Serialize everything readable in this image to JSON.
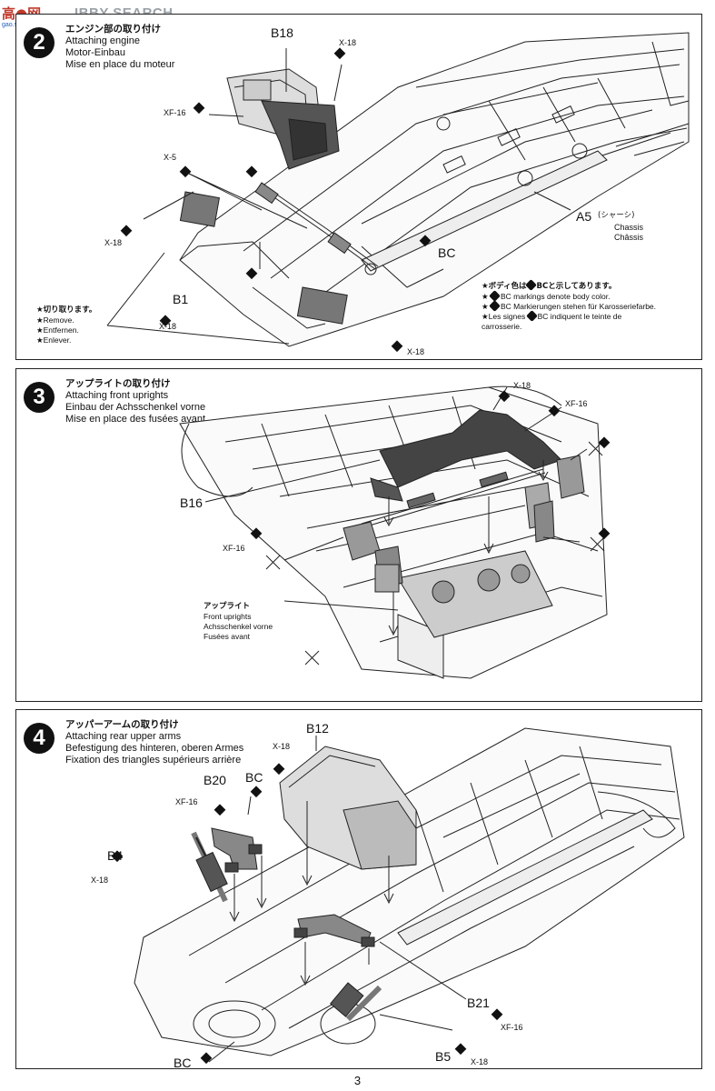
{
  "watermark": {
    "logo": "高●网",
    "text": "IBBY SEARCH",
    "url": "gao.shoo.com"
  },
  "steps": [
    {
      "number": "2",
      "title_jp": "エンジン部の取り付け",
      "title_en": "Attaching engine",
      "title_de": "Motor-Einbau",
      "title_fr": "Mise en place du moteur",
      "labels": {
        "b18": "B18",
        "x18_top": "X-18",
        "xf16": "XF-16",
        "x5": "X-5",
        "x18_left": "X-18",
        "b1": "B1",
        "x18_mid": "X-18",
        "x18_bottom": "X-18",
        "a5": "A5",
        "a5_jp": "(シャーシ)",
        "a5_en": "Chassis",
        "a5_fr": "Châssis",
        "bc": "BC"
      },
      "cut_note": {
        "jp": "★切り取ります。",
        "en": "★Remove.",
        "de": "★Entfernen.",
        "fr": "★Enlever."
      },
      "color_note": {
        "jp_a": "★ボディ色は",
        "jp_b": "BCと示してあります。",
        "en": "BC markings denote body color.",
        "de": "BC Markierungen stehen für Karosseriefarbe.",
        "fr_a": "Les signes",
        "fr_b": "BC indiquent le teinte de",
        "fr_c": "carrosserie."
      }
    },
    {
      "number": "3",
      "title_jp": "アップライトの取り付け",
      "title_en": "Attaching front uprights",
      "title_de": "Einbau der Achsschenkel vorne",
      "title_fr": "Mise en place des fusées avant",
      "labels": {
        "x18": "X-18",
        "xf16_right": "XF-16",
        "b16": "B16",
        "xf16_left": "XF-16",
        "upright_jp": "アップライト",
        "upright_en": "Front uprights",
        "upright_de": "Achsschenkel vorne",
        "upright_fr": "Fusées avant"
      }
    },
    {
      "number": "4",
      "title_jp": "アッパーアームの取り付け",
      "title_en": "Attaching rear upper arms",
      "title_de": "Befestigung des hinteren, oberen Armes",
      "title_fr": "Fixation des triangles supérieurs arrière",
      "labels": {
        "b12": "B12",
        "x18_top": "X-18",
        "b20": "B20",
        "bc_top": "BC",
        "xf16": "XF-16",
        "b4": "B4",
        "x18_left": "X-18",
        "b21": "B21",
        "xf16_b21": "XF-16",
        "bc_bottom": "BC",
        "b5": "B5",
        "x18_b5": "X-18"
      }
    }
  ],
  "page_number": "3"
}
